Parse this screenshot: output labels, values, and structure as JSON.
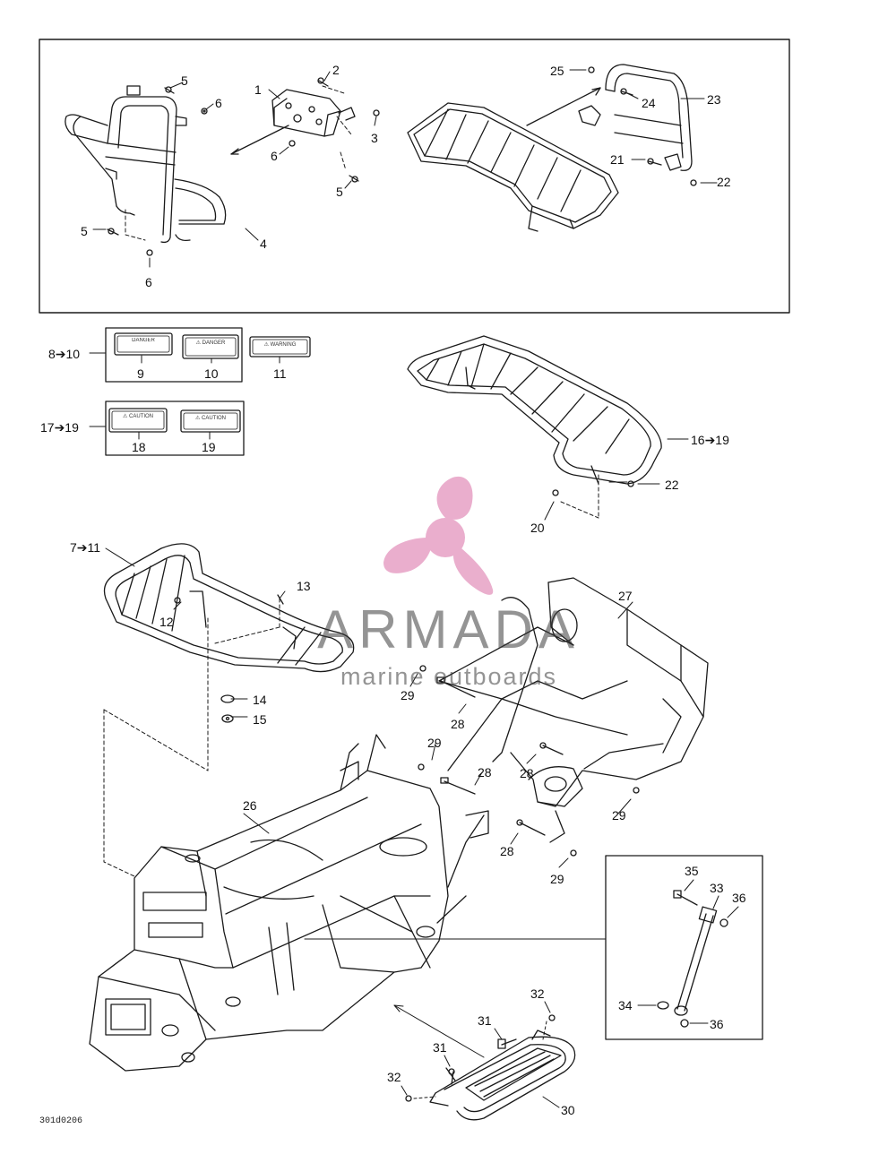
{
  "watermark": {
    "brand": "ARMADA",
    "tagline": "marine outboards",
    "logo_color": "#e8a6c8"
  },
  "document_code": "301d0206",
  "callouts": {
    "c1": "1",
    "c2": "2",
    "c3": "3",
    "c4": "4",
    "c5a": "5",
    "c5b": "5",
    "c5c": "5",
    "c6a": "6",
    "c6b": "6",
    "c6c": "6",
    "c8_10": "8➔10",
    "c9": "9",
    "c10": "10",
    "c11": "11",
    "c17_19": "17➔19",
    "c18": "18",
    "c19": "19",
    "c7_11": "7➔11",
    "c12": "12",
    "c13": "13",
    "c14": "14",
    "c15": "15",
    "c16_19": "16➔19",
    "c20": "20",
    "c21": "21",
    "c22a": "22",
    "c22b": "22",
    "c23": "23",
    "c24": "24",
    "c25": "25",
    "c26": "26",
    "c27": "27",
    "c28a": "28",
    "c28b": "28",
    "c28c": "28",
    "c28d": "28",
    "c29a": "29",
    "c29b": "29",
    "c29c": "29",
    "c29d": "29",
    "c30": "30",
    "c31a": "31",
    "c31b": "31",
    "c32a": "32",
    "c32b": "32",
    "c33": "33",
    "c34": "34",
    "c35": "35",
    "c36a": "36",
    "c36b": "36"
  },
  "decals": {
    "d9": "DANGER",
    "d10": "⚠ DANGER",
    "d11": "⚠ WARNING",
    "d18": "⚠ CAUTION",
    "d19": "⚠ CAUTION"
  }
}
